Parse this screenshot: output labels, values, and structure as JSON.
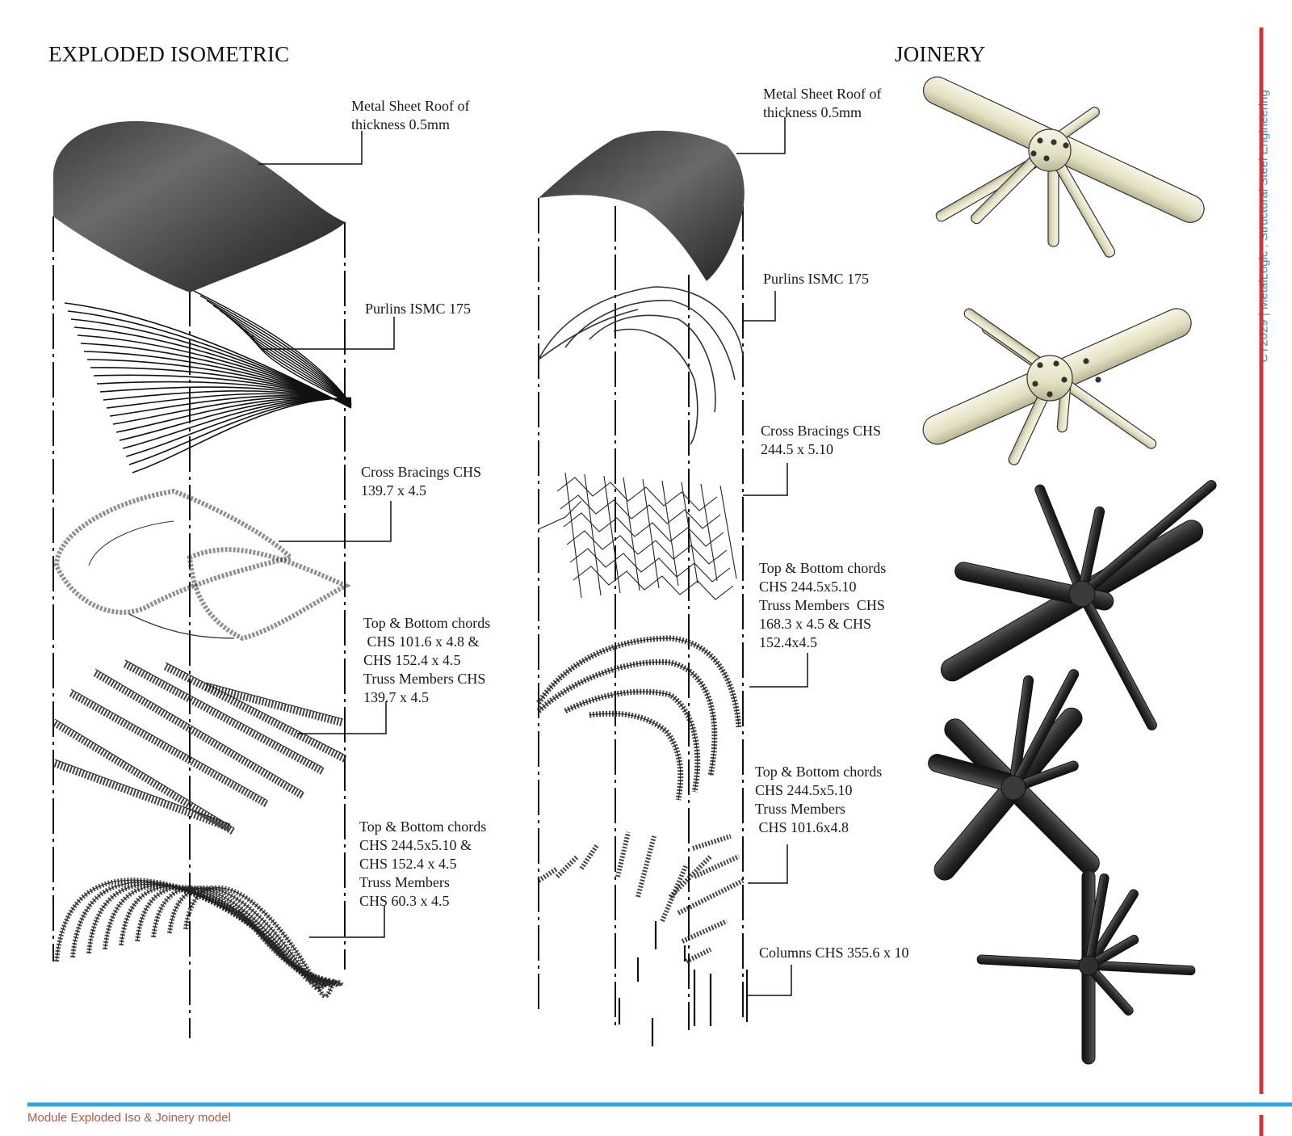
{
  "headings": {
    "left": "EXPLODED ISOMETRIC",
    "right": "JOINERY"
  },
  "left_labels": {
    "roof": "Metal Sheet Roof of\nthickness 0.5mm",
    "purlins": "Purlins ISMC 175",
    "bracing": "Cross Bracings CHS\n139.7 x 4.5",
    "truss_upper": "Top & Bottom chords\n CHS 101.6 x 4.8 &\nCHS 152.4 x 4.5\nTruss Members CHS\n139.7 x 4.5",
    "truss_lower": "Top & Bottom chords\nCHS 244.5x5.10 &\nCHS 152.4 x 4.5\nTruss Members\nCHS 60.3 x 4.5"
  },
  "mid_labels": {
    "roof": "Metal Sheet Roof of\nthickness 0.5mm",
    "purlins": "Purlins ISMC 175",
    "bracing": "Cross Bracings CHS\n244.5 x 5.10",
    "truss_upper": "Top & Bottom chords\nCHS 244.5x5.10\nTruss Members  CHS\n168.3 x 4.5 & CHS\n152.4x4.5",
    "truss_lower": "Top & Bottom chords\nCHS 244.5x5.10\nTruss Members\n CHS 101.6x4.8",
    "columns": "Columns CHS 355.6 x 10"
  },
  "sidebar": {
    "title": "CT2029 | MetalLogic : Structural Steel Engineering"
  },
  "footer": {
    "text": "Module Exploded Iso & Joinery model"
  },
  "colors": {
    "accent_red": "#d0343e",
    "accent_blue": "#2aa8e0",
    "joint_cream": "#ebe8cf",
    "joint_dark": "#2b2b2b"
  }
}
